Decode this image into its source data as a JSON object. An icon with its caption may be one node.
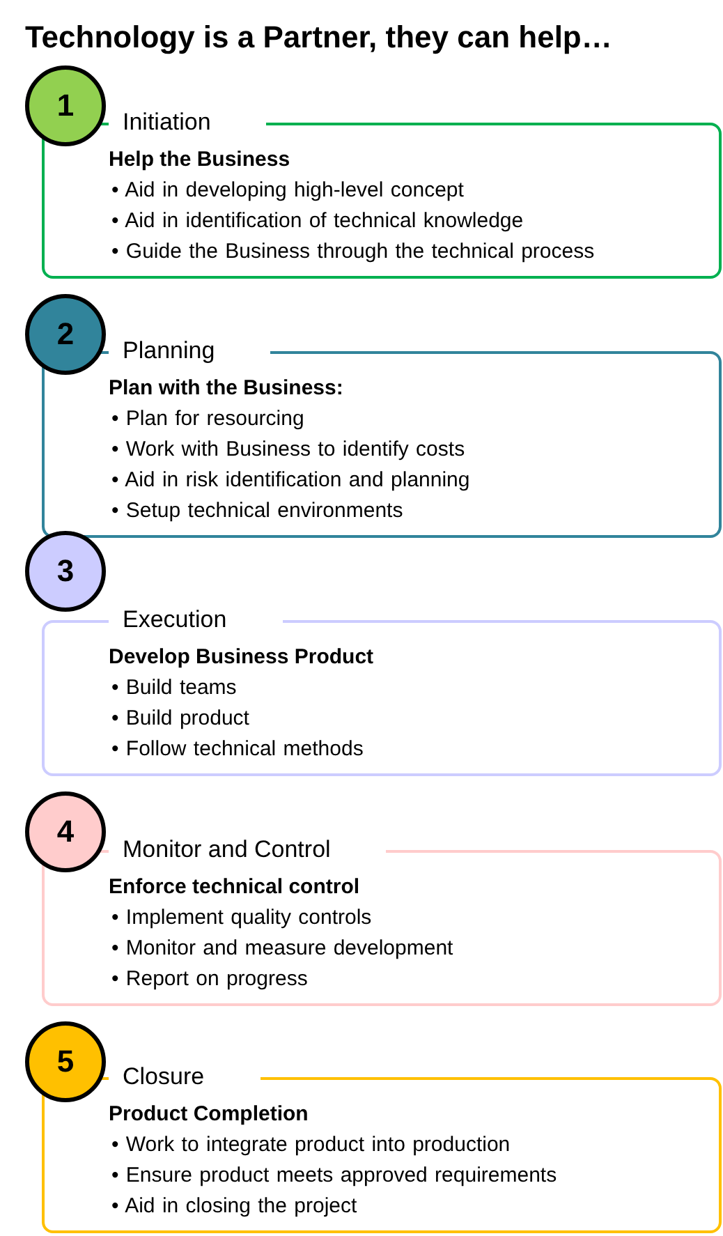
{
  "diagram": {
    "title": "Technology is a Partner, they can help…",
    "nodes": [
      {
        "text": [
          "1"
        ]
      },
      {
        "text": [
          "Initiation",
          "Help the Business",
          "• Aid in developing high-level concept",
          "• Aid in identification of technical knowledge",
          "• Guide the Business through the technical process"
        ]
      },
      {
        "text": [
          "2"
        ]
      },
      {
        "text": [
          "Planning",
          "Plan with the Business:",
          "• Plan for resourcing",
          "• Work with Business to identify costs",
          "• Aid in risk identification and planning",
          "• Setup technical environments"
        ]
      },
      {
        "text": [
          "3"
        ]
      },
      {
        "text": [
          "Execution",
          "Develop Business Product",
          "• Build teams",
          "• Build product",
          "• Follow technical methods"
        ]
      },
      {
        "text": [
          "4"
        ]
      },
      {
        "text": [
          "Monitor and Control",
          "Enforce technical control",
          "• Implement quality controls",
          "• Monitor and measure development",
          "• Report on progress"
        ]
      },
      {
        "text": [
          "5"
        ]
      },
      {
        "text": [
          "Closure",
          "Product Completion",
          "• Work to integrate product into production",
          "• Ensure product meets approved requirements",
          "• Aid in closing the project"
        ]
      }
    ],
    "edges": []
  }
}
